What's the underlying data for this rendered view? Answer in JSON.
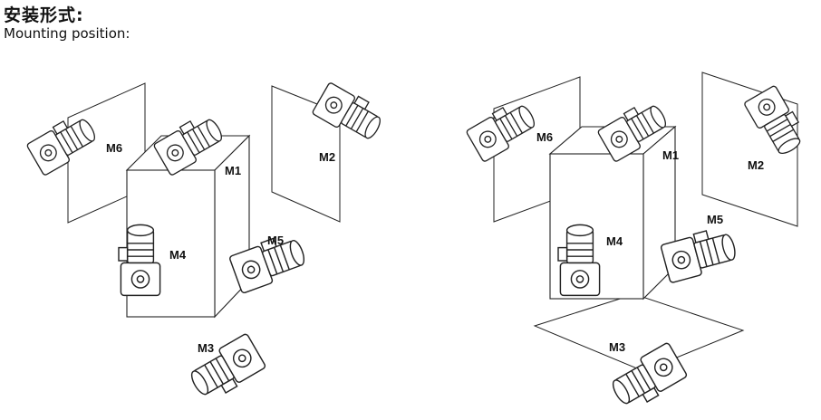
{
  "header": {
    "title_cn": "安装形式:",
    "title_en": "Mounting position:"
  },
  "diagrams": [
    {
      "name": "left",
      "labels": {
        "m1": "M1",
        "m2": "M2",
        "m3": "M3",
        "m4": "M4",
        "m5": "M5",
        "m6": "M6"
      }
    },
    {
      "name": "right",
      "labels": {
        "m1": "M1",
        "m2": "M2",
        "m3": "M3",
        "m4": "M4",
        "m5": "M5",
        "m6": "M6"
      }
    }
  ]
}
